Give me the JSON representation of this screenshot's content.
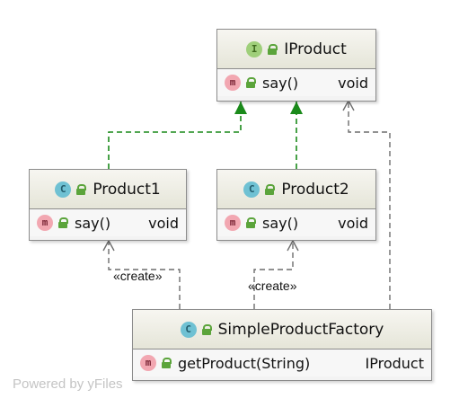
{
  "nodes": {
    "iproduct": {
      "kind": "I",
      "name": "IProduct",
      "methods": [
        {
          "name": "say()",
          "type": "void"
        }
      ]
    },
    "product1": {
      "kind": "C",
      "name": "Product1",
      "methods": [
        {
          "name": "say()",
          "type": "void"
        }
      ]
    },
    "product2": {
      "kind": "C",
      "name": "Product2",
      "methods": [
        {
          "name": "say()",
          "type": "void"
        }
      ]
    },
    "factory": {
      "kind": "C",
      "name": "SimpleProductFactory",
      "methods": [
        {
          "name": "getProduct(String)",
          "type": "IProduct"
        }
      ]
    }
  },
  "edge_labels": {
    "create1": "«create»",
    "create2": "«create»"
  },
  "badges": {
    "class": "C",
    "interface": "I",
    "method": "m"
  },
  "watermark": "Powered by yFiles",
  "colors": {
    "implements": "#1a8a1a",
    "dependency": "#6d6d6d",
    "class_badge": "#6fc1d3",
    "interface_badge": "#9fcf7a",
    "method_badge": "#f2a7b1"
  },
  "icons": {
    "class": "class-icon",
    "interface": "interface-icon",
    "method": "method-icon",
    "visibility": "public-lock-icon"
  }
}
